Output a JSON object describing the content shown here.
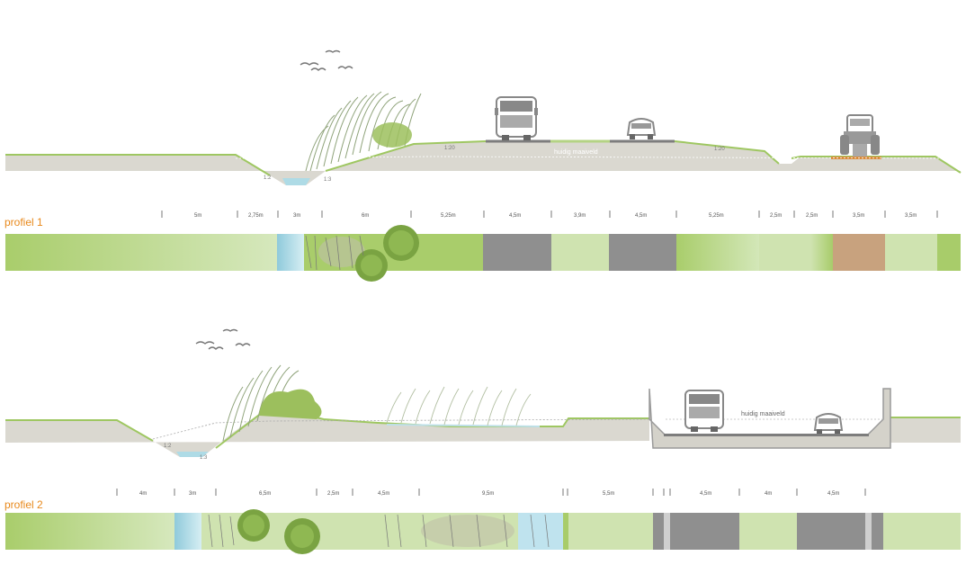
{
  "profiel1": {
    "label": "profiel 1",
    "dimensions": [
      "5m",
      "2,75m",
      "3m",
      "6m",
      "5,25m",
      "4,5m",
      "3,9m",
      "4,5m",
      "5,25m",
      "2,5m",
      "2,5m",
      "3,5m",
      "3,5m"
    ],
    "slopes": [
      "1:2",
      "1:3",
      "1:20",
      "1:20"
    ],
    "maaiveld": "huidig maaiveld"
  },
  "profiel2": {
    "label": "profiel 2",
    "dimensions": [
      "4m",
      "3m",
      "6,5m",
      "2,5m",
      "4,5m",
      "9,5m",
      "5,5m",
      "4,5m",
      "4m",
      "4,5m"
    ],
    "slopes": [
      "1:2",
      "1:3"
    ],
    "maaiveld": "huidig maaiveld"
  },
  "colors": {
    "ground": "#d9d7cf",
    "grass": "#a8cc6a",
    "light_grass": "#cfe3b0",
    "water": "#aedbe6",
    "asphalt": "#8f8f8f",
    "sand": "#c8a27e",
    "label": "#e8891c"
  }
}
